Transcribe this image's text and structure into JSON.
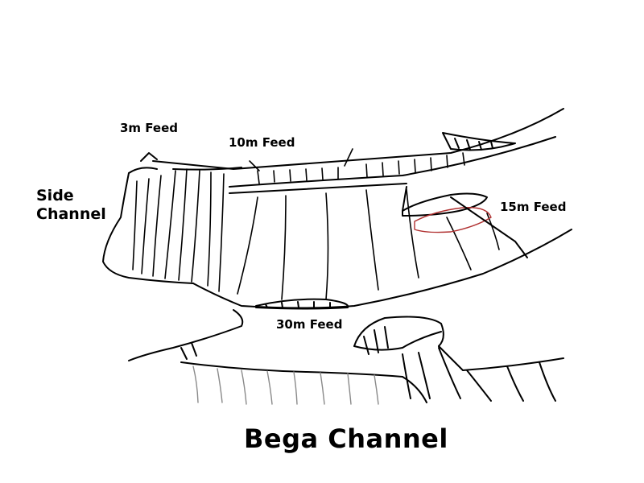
{
  "title": "Bega Channel",
  "labels": {
    "feed_3m": "3m Feed",
    "feed_10m": "10m Feed",
    "feed_15m": "15m Feed",
    "feed_30m": "30m Feed",
    "side_channel_line1": "Side",
    "side_channel_line2": "Channel"
  },
  "colors": {
    "ink": "#000000",
    "paper": "#ffffff",
    "pencil": "#8a8a8a",
    "accent": "#b03030"
  }
}
